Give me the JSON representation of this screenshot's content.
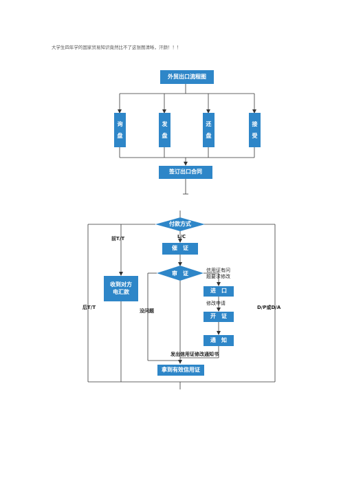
{
  "header": {
    "note": "大学生四年学的国家贸易知识竟然比不了这张图清晰，汗颜！！！"
  },
  "colors": {
    "box_fill": "#2e86c8",
    "line": "#333333",
    "box_text": "#ffffff"
  },
  "diagram": {
    "top": {
      "title": "外贸出口流程图",
      "steps": [
        {
          "c1": "询",
          "c2": "盘"
        },
        {
          "c1": "发",
          "c2": "盘"
        },
        {
          "c1": "还",
          "c2": "盘"
        },
        {
          "c1": "接",
          "c2": "受"
        }
      ],
      "contract": "签订出口合同"
    },
    "bottom": {
      "payment": "付款方式",
      "lc_label": "L/C",
      "cuizheng": "催　证",
      "shenzheng": "审　证",
      "issue_label_1": "信用证有问",
      "issue_label_2": "题要求修改",
      "importer": "进　口",
      "amend_apply": "修改申请",
      "open_lc": "开　证",
      "notify": "通　知",
      "amend_notice": "发出信用证修改通知书",
      "valid_lc": "拿到有效信用证",
      "prepay_label": "前T/T",
      "receive_1": "收到对方",
      "receive_2": "电汇款",
      "post_tt": "后T/T",
      "no_problem": "没问题",
      "dp_da": "D/P或D/A"
    }
  }
}
